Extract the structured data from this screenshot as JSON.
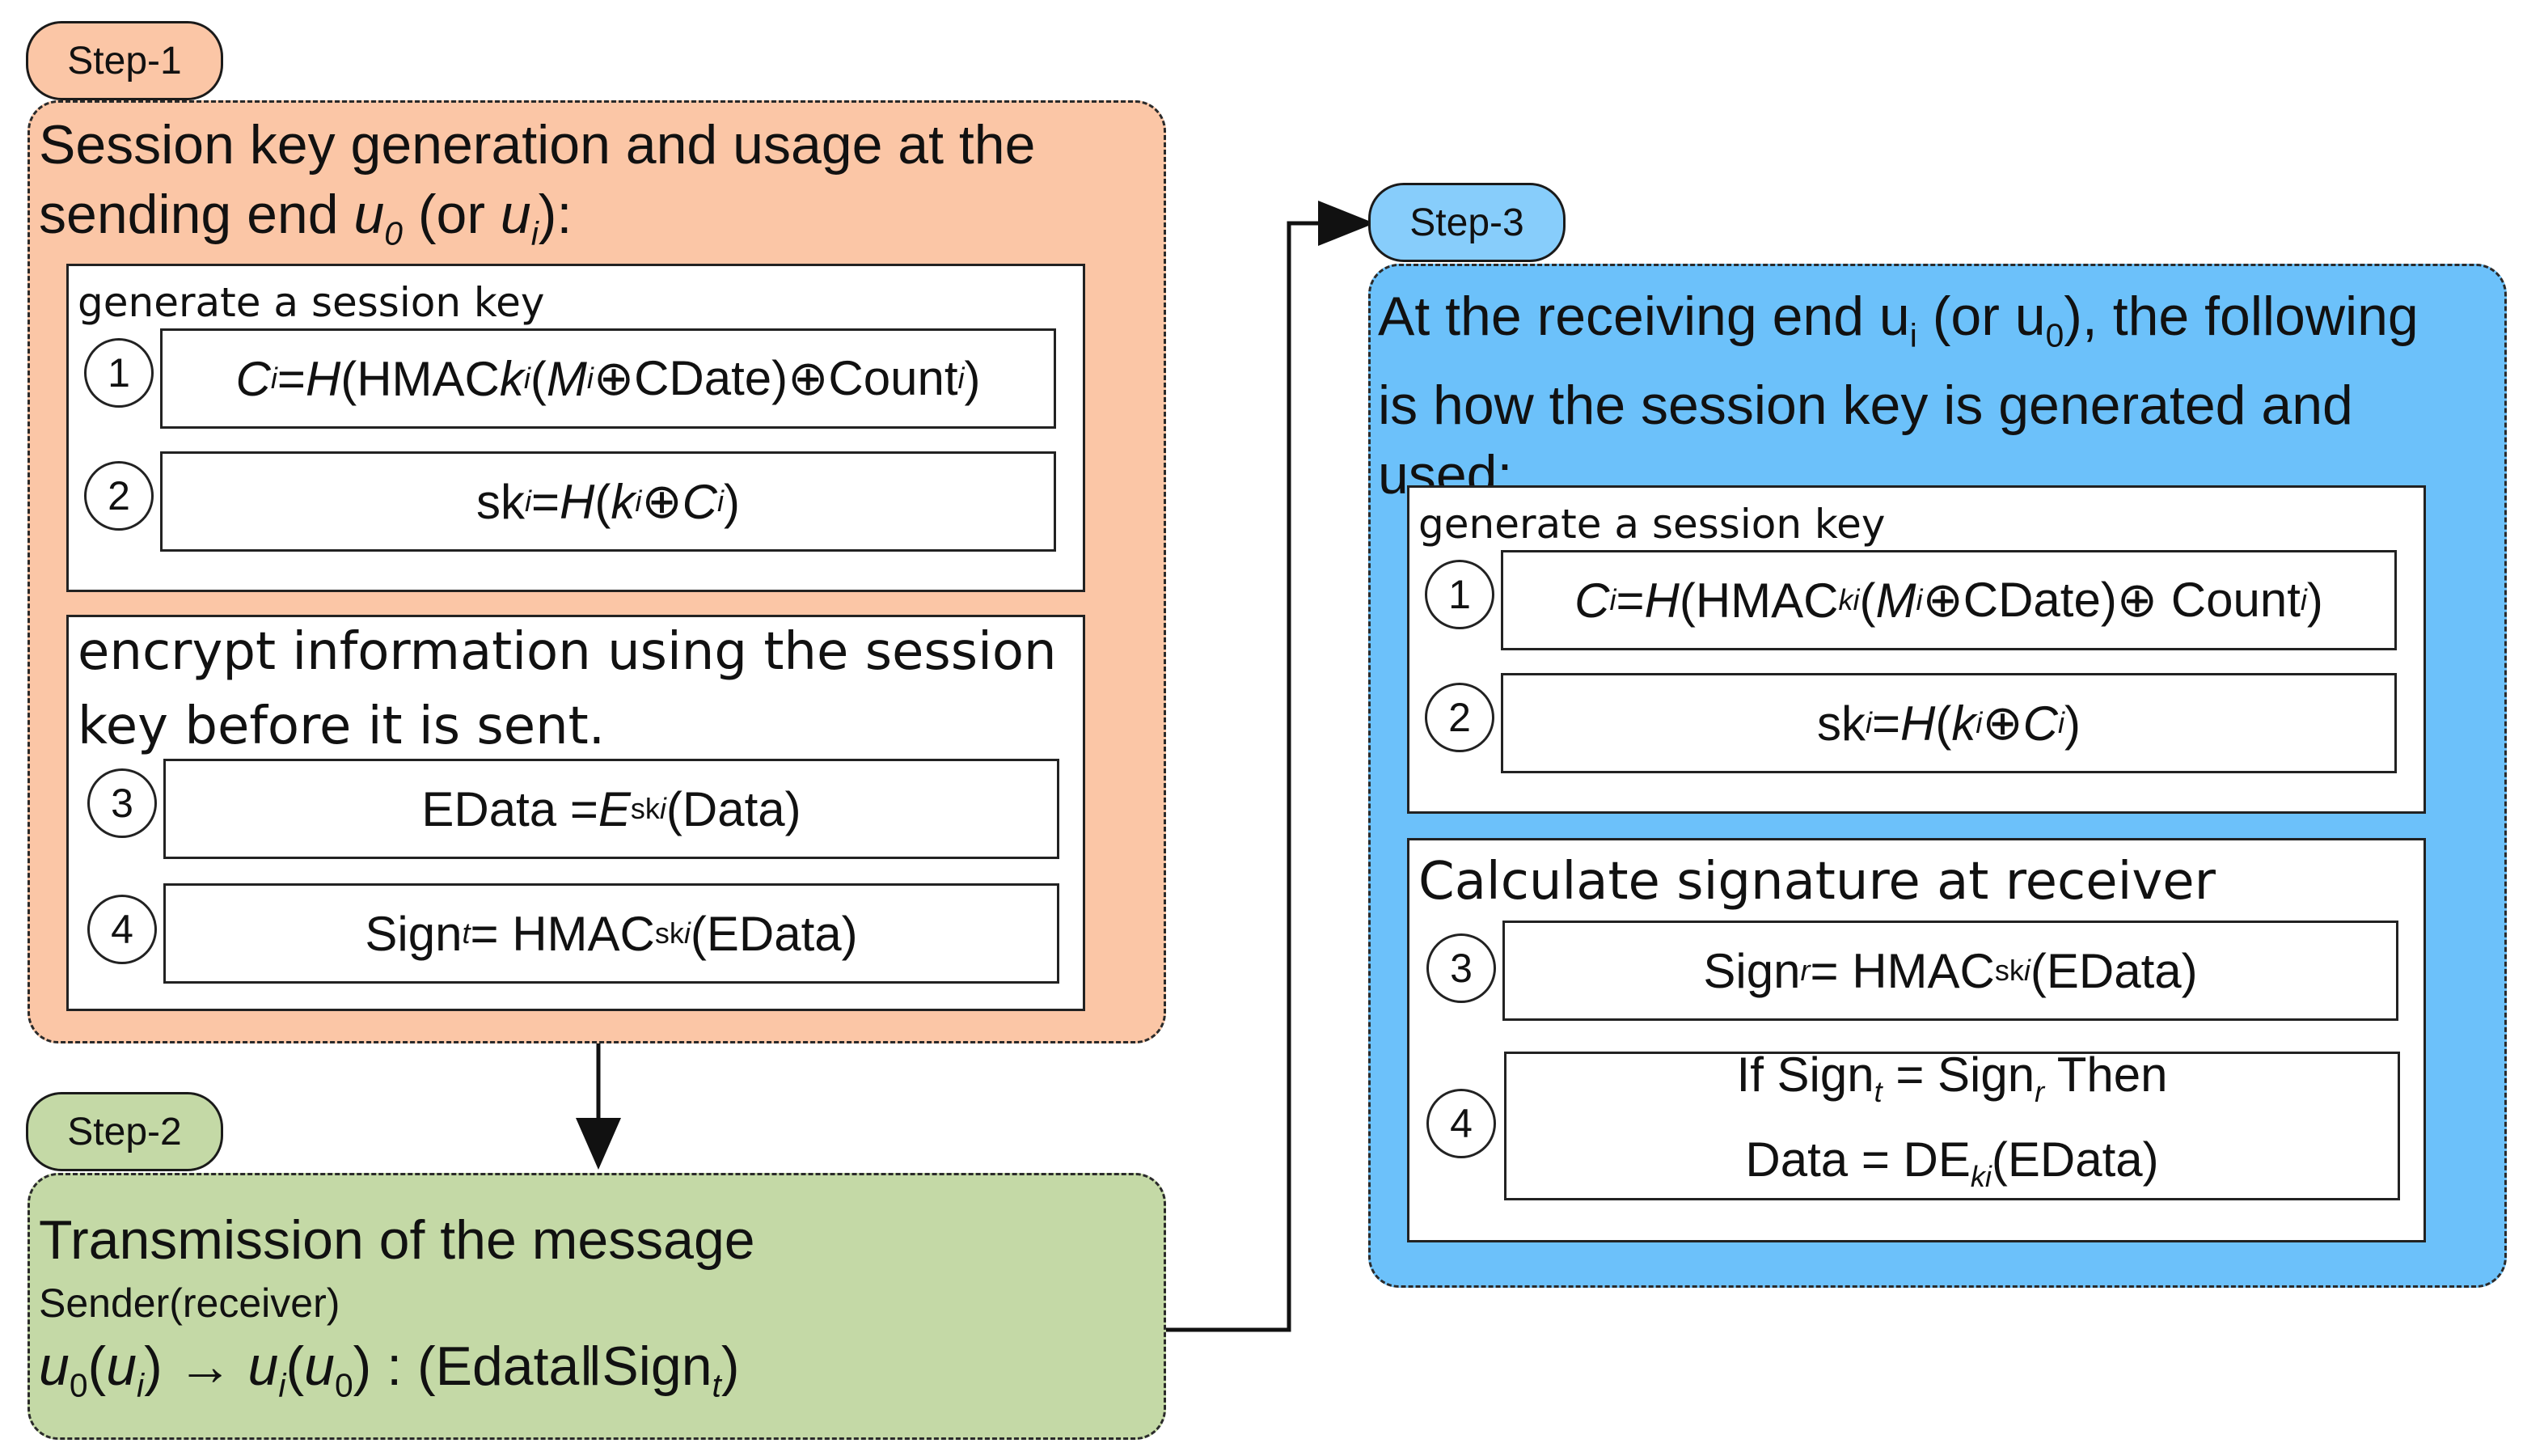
{
  "step1": {
    "label": "Step-1",
    "title_line1": "Session key generation and usage at the",
    "title_line2_pre": "sending end ",
    "title_u": "u",
    "title_u_sub": "0",
    "title_mid": " (or ",
    "title_u2": "u",
    "title_u2_sub": "i",
    "title_post": "):",
    "gen": {
      "title": "generate a session key",
      "f1_num": "1",
      "f1_C": "C",
      "f1_i": "i",
      "f1_eq": "=",
      "f1_H": "H",
      "f1_open": "(HMAC",
      "f1_k": "k",
      "f1_k_i": "i",
      "f1_paren": " (",
      "f1_M": "M",
      "f1_M_i": "i",
      "f1_rest": "⊕CDate)⊕Count",
      "f1_count_i": "i",
      "f1_close": ")",
      "f2_num": "2",
      "f2_sk": "sk",
      "f2_sk_i": "i",
      "f2_eq": " = ",
      "f2_H": "H",
      "f2_open": "(",
      "f2_k": "k",
      "f2_k_i": "i",
      "f2_xor": " ⊕ ",
      "f2_C": "C",
      "f2_C_i": "i",
      "f2_close": ")"
    },
    "enc": {
      "title_line1": "encrypt information using the session",
      "title_line2": "key before it is sent.",
      "f3_num": "3",
      "f3_lhs": "EData = ",
      "f3_E": "E",
      "f3_sub": "sk",
      "f3_sub_i": "i",
      "f3_rhs": " (Data)",
      "f4_num": "4",
      "f4_sign": "Sign",
      "f4_sign_t": "t",
      "f4_eq": " = HMAC",
      "f4_sub": "sk",
      "f4_sub_i": "i",
      "f4_rhs": " (EData)"
    }
  },
  "step2": {
    "label": "Step-2",
    "title": "Transmission of the message",
    "sender": "Sender(receiver)",
    "m_u0": "u",
    "m_u0_sub": "0",
    "m_open": "(",
    "m_ui": "u",
    "m_ui_sub": "i",
    "m_close": ")",
    "m_arrow": " → ",
    "m_ui2": "u",
    "m_ui2_sub": "i",
    "m_open2": "(",
    "m_u02": "u",
    "m_u02_sub": "0",
    "m_close2": ")",
    "m_rest": " : (Edata‖Sign",
    "m_rest_sub": "t",
    "m_end": ")"
  },
  "step3": {
    "label": "Step-3",
    "title_line1_pre": "At the receiving end u",
    "title_line1_sub": "i",
    "title_line1_mid": " (or u",
    "title_line1_sub2": "0",
    "title_line1_post": "), the following",
    "title_line2": "is how the session key is generated and",
    "title_line3": "used:",
    "gen": {
      "title": "generate a session key",
      "f1_num": "1",
      "f1_C": "C",
      "f1_i": "i",
      "f1_eq": "=",
      "f1_H": "H",
      "f1_open": "(HMAC",
      "f1_sub": "ki",
      "f1_paren": " (",
      "f1_M": "M",
      "f1_M_i": "i",
      "f1_rest": "⊕CDate)⊕ Count",
      "f1_count_i": "i",
      "f1_close": ")",
      "f2_num": "2",
      "f2_sk": "sk",
      "f2_sk_i": "i",
      "f2_eq": " = ",
      "f2_H": "H",
      "f2_open": "(",
      "f2_k": "k",
      "f2_k_i": "i",
      "f2_xor": "⊕ ",
      "f2_C": "C",
      "f2_C_i": "i",
      "f2_close": ")"
    },
    "sig": {
      "title": "Calculate signature at receiver",
      "f3_num": "3",
      "f3_sign": "Sign",
      "f3_sign_r": "r",
      "f3_eq": " = HMAC",
      "f3_sub": "sk",
      "f3_sub_i": "i",
      "f3_rhs": " (EData)",
      "f4_num": "4",
      "f4_l1_a": "If Sign",
      "f4_l1_t": "t",
      "f4_l1_b": " = Sign",
      "f4_l1_r": "r",
      "f4_l1_c": " Then",
      "f4_l2_a": "Data = DE",
      "f4_l2_sub": "ki",
      "f4_l2_b": "(EData)"
    }
  },
  "colors": {
    "step1_fill": "#fbc6a6",
    "step2_fill": "#c4d9a6",
    "step3_fill": "#6cc1fa",
    "step3_pill": "#87cdfb",
    "border": "#222222"
  }
}
